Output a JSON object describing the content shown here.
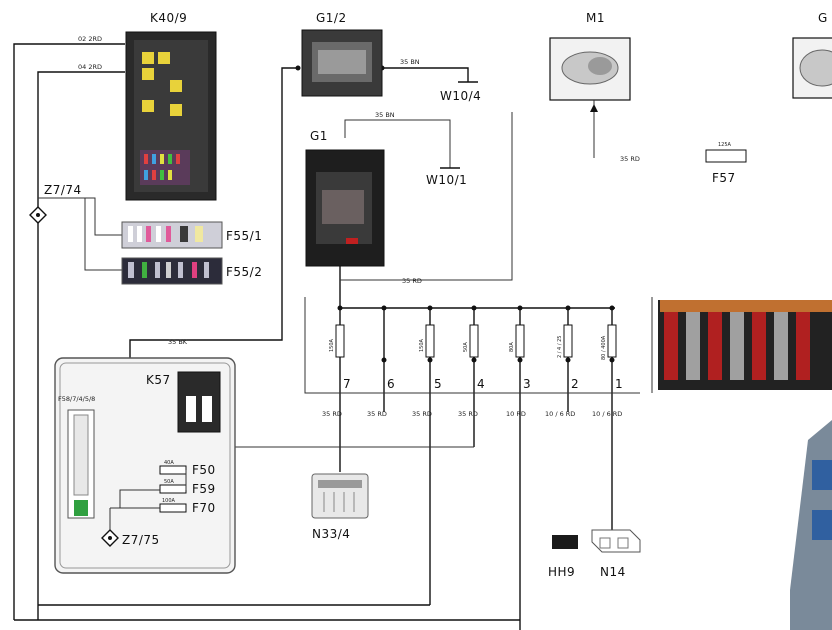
{
  "components": {
    "k40_9": "K40/9",
    "g1_2": "G1/2",
    "w10_4": "W10/4",
    "g1": "G1",
    "w10_1": "W10/1",
    "m1": "M1",
    "g_partial": "G",
    "f57": "F57",
    "f55_1": "F55/1",
    "f55_2": "F55/2",
    "z7_74": "Z7/74",
    "k57": "K57",
    "f58": "F58/7/4/5/8",
    "f50": "F50",
    "f59": "F59",
    "f70": "F70",
    "z7_75": "Z7/75",
    "n33_4": "N33/4",
    "hh9": "HH9",
    "n14": "N14"
  },
  "wires": {
    "k40_top": "02 2RD",
    "k40_bottom": "04 2RD",
    "g12_w104": "35 BN",
    "g1_w101": "35 BN",
    "g1_bus": "35 RD",
    "m1": "35 RD",
    "to_k57": "35 BK"
  },
  "fuse_ratings": [
    "150A",
    "",
    "150A",
    "50A",
    "80A",
    "2 / 4 / 25",
    "80 / 400A"
  ],
  "fuse_numbers": [
    "7",
    "6",
    "5",
    "4",
    "3",
    "2",
    "1"
  ],
  "bus_wires": [
    "35 RD",
    "35 RD",
    "35 RD",
    "35 RD",
    "10 RD",
    "10 / 6 RD",
    "10 / 6 RD"
  ],
  "small_fuse_ratings": {
    "f50": "40A",
    "f59": "50A",
    "f70": "100A"
  },
  "f57_rating": "125A"
}
